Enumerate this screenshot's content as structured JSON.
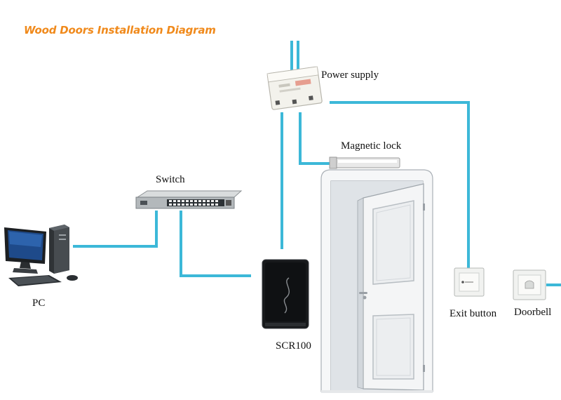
{
  "title": "Wood Doors Installation Diagram",
  "labels": {
    "power_supply": "Power supply",
    "magnetic_lock": "Magnetic lock",
    "switch": "Switch",
    "pc": "PC",
    "reader": "SCR100",
    "exit_button": "Exit button",
    "doorbell": "Doorbell"
  },
  "colors": {
    "title": "#f08a1c",
    "wire": "#3cb8d8"
  }
}
